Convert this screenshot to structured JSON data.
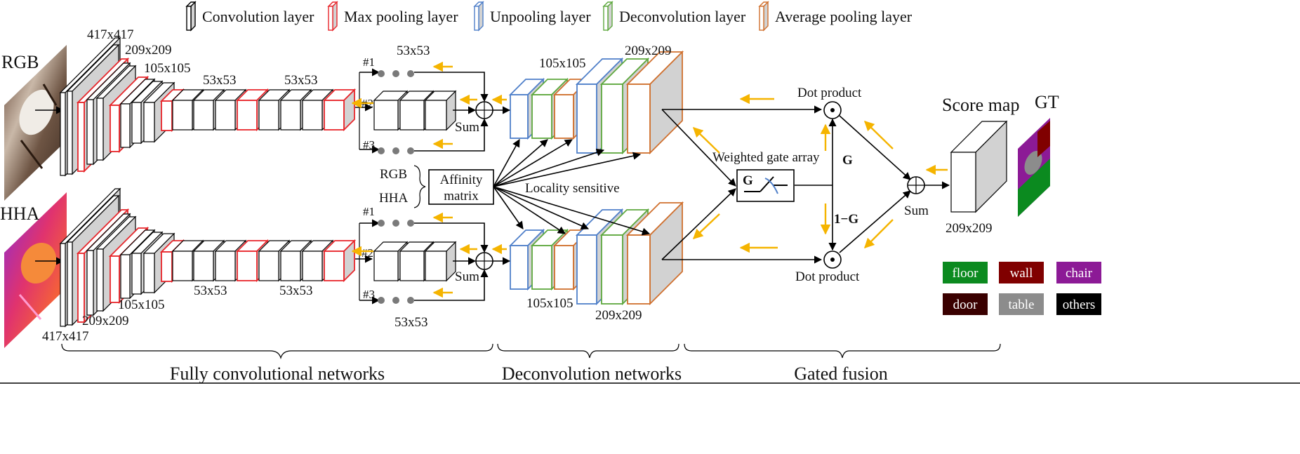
{
  "legend": [
    {
      "label": "Convolution layer",
      "color": "#000000"
    },
    {
      "label": "Max pooling layer",
      "color": "#e8262b"
    },
    {
      "label": "Unpooling layer",
      "color": "#4f7fc9"
    },
    {
      "label": "Deconvolution layer",
      "color": "#5ea83e"
    },
    {
      "label": "Average pooling layer",
      "color": "#d0702e"
    }
  ],
  "inputs": {
    "rgb": "RGB",
    "hha": "HHA"
  },
  "sizes": {
    "s417": "417x417",
    "s209": "209x209",
    "s105": "105x105",
    "s53": "53x53"
  },
  "branch_labels": {
    "b1": "#1",
    "b2": "#2",
    "b3": "#3"
  },
  "sum_label": "Sum",
  "affinity": {
    "line1": "Affinity",
    "line2": "matrix",
    "rgb": "RGB",
    "hha": "HHA"
  },
  "locality": "Locality sensitive",
  "gate": {
    "title": "Weighted gate array",
    "symbol": "G",
    "g": "G",
    "one_minus_g": "1−G"
  },
  "dot_product": "Dot product",
  "score_map": {
    "title": "Score map",
    "size": "209x209"
  },
  "gt": "GT",
  "sections": {
    "fcn": "Fully convolutional networks",
    "deconv": "Deconvolution networks",
    "gated": "Gated fusion"
  },
  "classes": [
    {
      "label": "floor",
      "color": "#0b8a1f"
    },
    {
      "label": "wall",
      "color": "#800000"
    },
    {
      "label": "chair",
      "color": "#8c1a96"
    },
    {
      "label": "door",
      "color": "#3a0000"
    },
    {
      "label": "table",
      "color": "#8c8c8c"
    },
    {
      "label": "others",
      "color": "#000000"
    }
  ]
}
